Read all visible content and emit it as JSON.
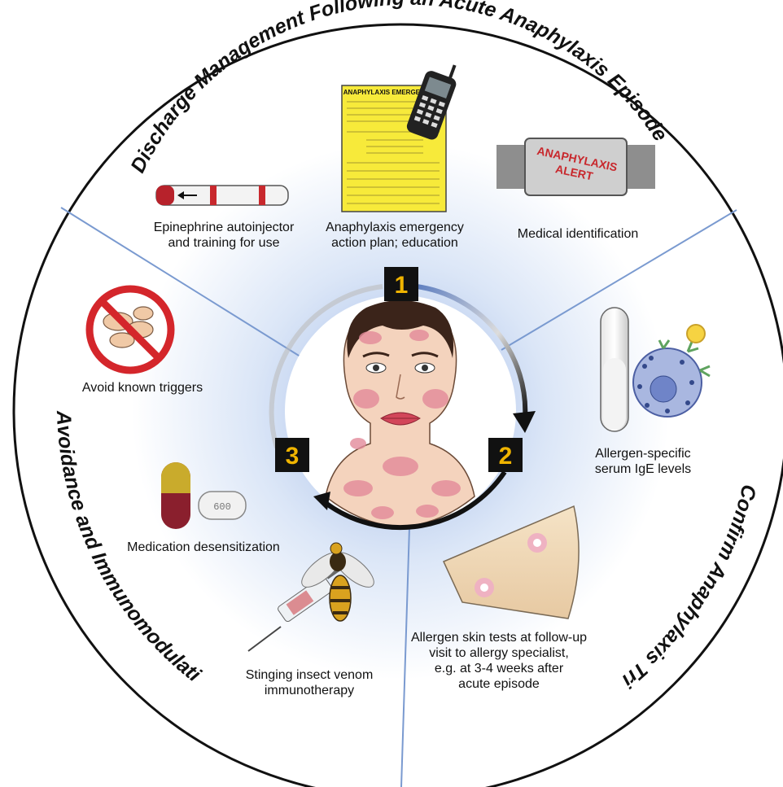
{
  "titles": {
    "step1": "Discharge Management Following an Acute Anaphylaxis Episode",
    "step2": "Confirm Anaphylaxis Trigger(s)",
    "step3": "Avoidance and Immunomodulation"
  },
  "steps": [
    "1",
    "2",
    "3"
  ],
  "items": {
    "epinephrine": {
      "line1": "Epinephrine autoinjector",
      "line2": "and training for use"
    },
    "action_plan": {
      "line1": "Anaphylaxis emergency",
      "line2": "action plan; education"
    },
    "medical_id": {
      "line1": "Medical identification"
    },
    "serum_ige": {
      "line1": "Allergen-specific",
      "line2": "serum IgE levels"
    },
    "skin_tests": {
      "line1": "Allergen skin tests at follow-up",
      "line2": "visit to allergy specialist,",
      "line3": "e.g. at 3-4 weeks after",
      "line4": "acute episode"
    },
    "avoid": {
      "line1": "Avoid known triggers"
    },
    "desensitization": {
      "line1": "Medication desensitization"
    },
    "venom": {
      "line1": "Stinging insect venom",
      "line2": "immunotherapy"
    }
  },
  "illustrations": {
    "plan_header": "ANAPHYLAXIS EMERGENCY AC",
    "bracelet_line1": "ANAPHYLAXIS",
    "bracelet_line2": "ALERT",
    "pill_text": "600"
  },
  "colors": {
    "divider": "#7a9ad0",
    "arc_start": "#5f7fc0",
    "arc_end": "#111111",
    "badge": "#111111",
    "badge_text": "#f0b400",
    "plan_paper": "#f7ea3a",
    "bracelet_red": "#c8282d",
    "no_sign": "#d4262b"
  }
}
